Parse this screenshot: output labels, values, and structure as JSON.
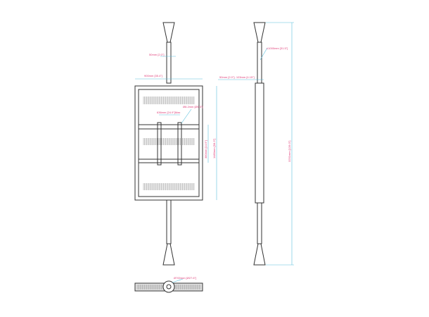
{
  "diagram": {
    "colors": {
      "outline": "#333333",
      "dimension_line": "#5bc0de",
      "dimension_text": "#e0407a"
    },
    "front_view": {
      "pole_diameter": "50mm [2.0\"]",
      "width": "900mm [35.4\"]",
      "hole": "Ø8.2mm [Ø0.3\"]",
      "bracket_span": "636mm [24.9\"]Max",
      "bracket_height": "380mm [14.9\"]",
      "height": "1480mm [58.3\"]"
    },
    "side_view": {
      "pole_length": "≤1000mm [31.5\"]",
      "depth": "50mm [2.0\"]- 103mm [4.15\"]",
      "total_height": "3251mm [128.0\"]"
    },
    "top_view": {
      "base_diameter": "Ø700mm [Ø27.6\"]"
    }
  }
}
